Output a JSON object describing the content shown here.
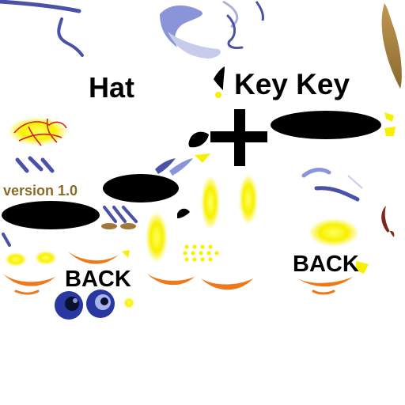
{
  "labels": {
    "hat": "Hat",
    "key_key": "Key Key",
    "version": "version 1.0",
    "back_primary": "BACK",
    "back_secondary": "BACK"
  },
  "colors": {
    "background": "#ffffff",
    "outline_blue": "#4a52a8",
    "light_blue": "#8a94d8",
    "orange": "#f07818",
    "yellow": "#f8f000",
    "black": "#000000",
    "brown": "#a07838",
    "version_text": "#8a6a28",
    "eye_blue": "#2838a0",
    "red_scribble": "#d02020",
    "maroon": "#7a2818"
  },
  "icons": [
    "hair-strand-icon",
    "plus-sign-icon",
    "black-oval-icon",
    "eye-icon",
    "mouth-smile-icon",
    "glow-blob-icon",
    "dot-grid-icon",
    "feather-icon"
  ]
}
